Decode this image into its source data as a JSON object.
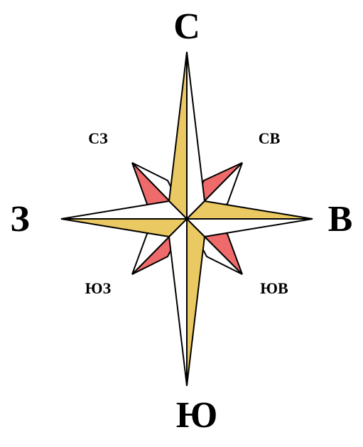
{
  "labels": {
    "north": "С",
    "south": "Ю",
    "west": "З",
    "east": "В",
    "northwest": "СЗ",
    "northeast": "СВ",
    "southwest": "ЮЗ",
    "southeast": "ЮВ"
  },
  "colors": {
    "main_fill": "#EBC962",
    "diagonal_fill": "#EF6B6B",
    "light_fill": "#FFFFFF",
    "outline": "#000000",
    "text": "#000000"
  }
}
